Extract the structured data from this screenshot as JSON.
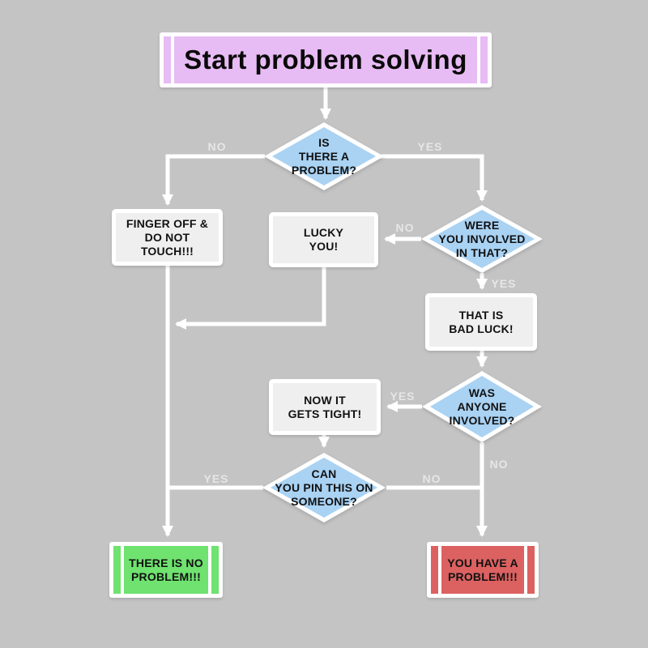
{
  "title": {
    "label": "Start problem solving"
  },
  "nodes": {
    "q_problem": {
      "type": "decision",
      "label": "IS\nTHERE A\nPROBLEM?"
    },
    "finger_off": {
      "type": "process",
      "label": "FINGER OFF &\nDO NOT\nTOUCH!!!"
    },
    "lucky_you": {
      "type": "process",
      "label": "LUCKY\nYOU!"
    },
    "q_involved": {
      "type": "decision",
      "label": "WERE\nYOU INVOLVED\nIN THAT?"
    },
    "bad_luck": {
      "type": "process",
      "label": "THAT IS\nBAD LUCK!"
    },
    "q_anyone": {
      "type": "decision",
      "label": "WAS\nANYONE\nINVOLVED?"
    },
    "gets_tight": {
      "type": "process",
      "label": "NOW IT\nGETS TIGHT!"
    },
    "q_pin": {
      "type": "decision",
      "label": "CAN\nYOU PIN THIS ON\nSOMEONE?"
    },
    "no_problem": {
      "type": "terminator",
      "label": "THERE IS NO\nPROBLEM!!!"
    },
    "have_problem": {
      "type": "terminator",
      "label": "YOU HAVE A\nPROBLEM!!!"
    }
  },
  "edge_labels": {
    "problem_no": "NO",
    "problem_yes": "YES",
    "involved_no": "NO",
    "involved_yes": "YES",
    "anyone_yes": "YES",
    "anyone_no": "NO",
    "pin_yes": "YES",
    "pin_no": "NO"
  },
  "colors": {
    "background": "#c4c4c4",
    "connector_line": "#ffffff",
    "decision_fill": "#a9d2f3",
    "process_fill": "#f0efef",
    "title_fill": "#e7bbf3",
    "no_problem_fill": "#6fe26f",
    "have_problem_fill": "#dc6161",
    "node_text": "#111111",
    "edge_label_text": "#e6e6e6"
  }
}
